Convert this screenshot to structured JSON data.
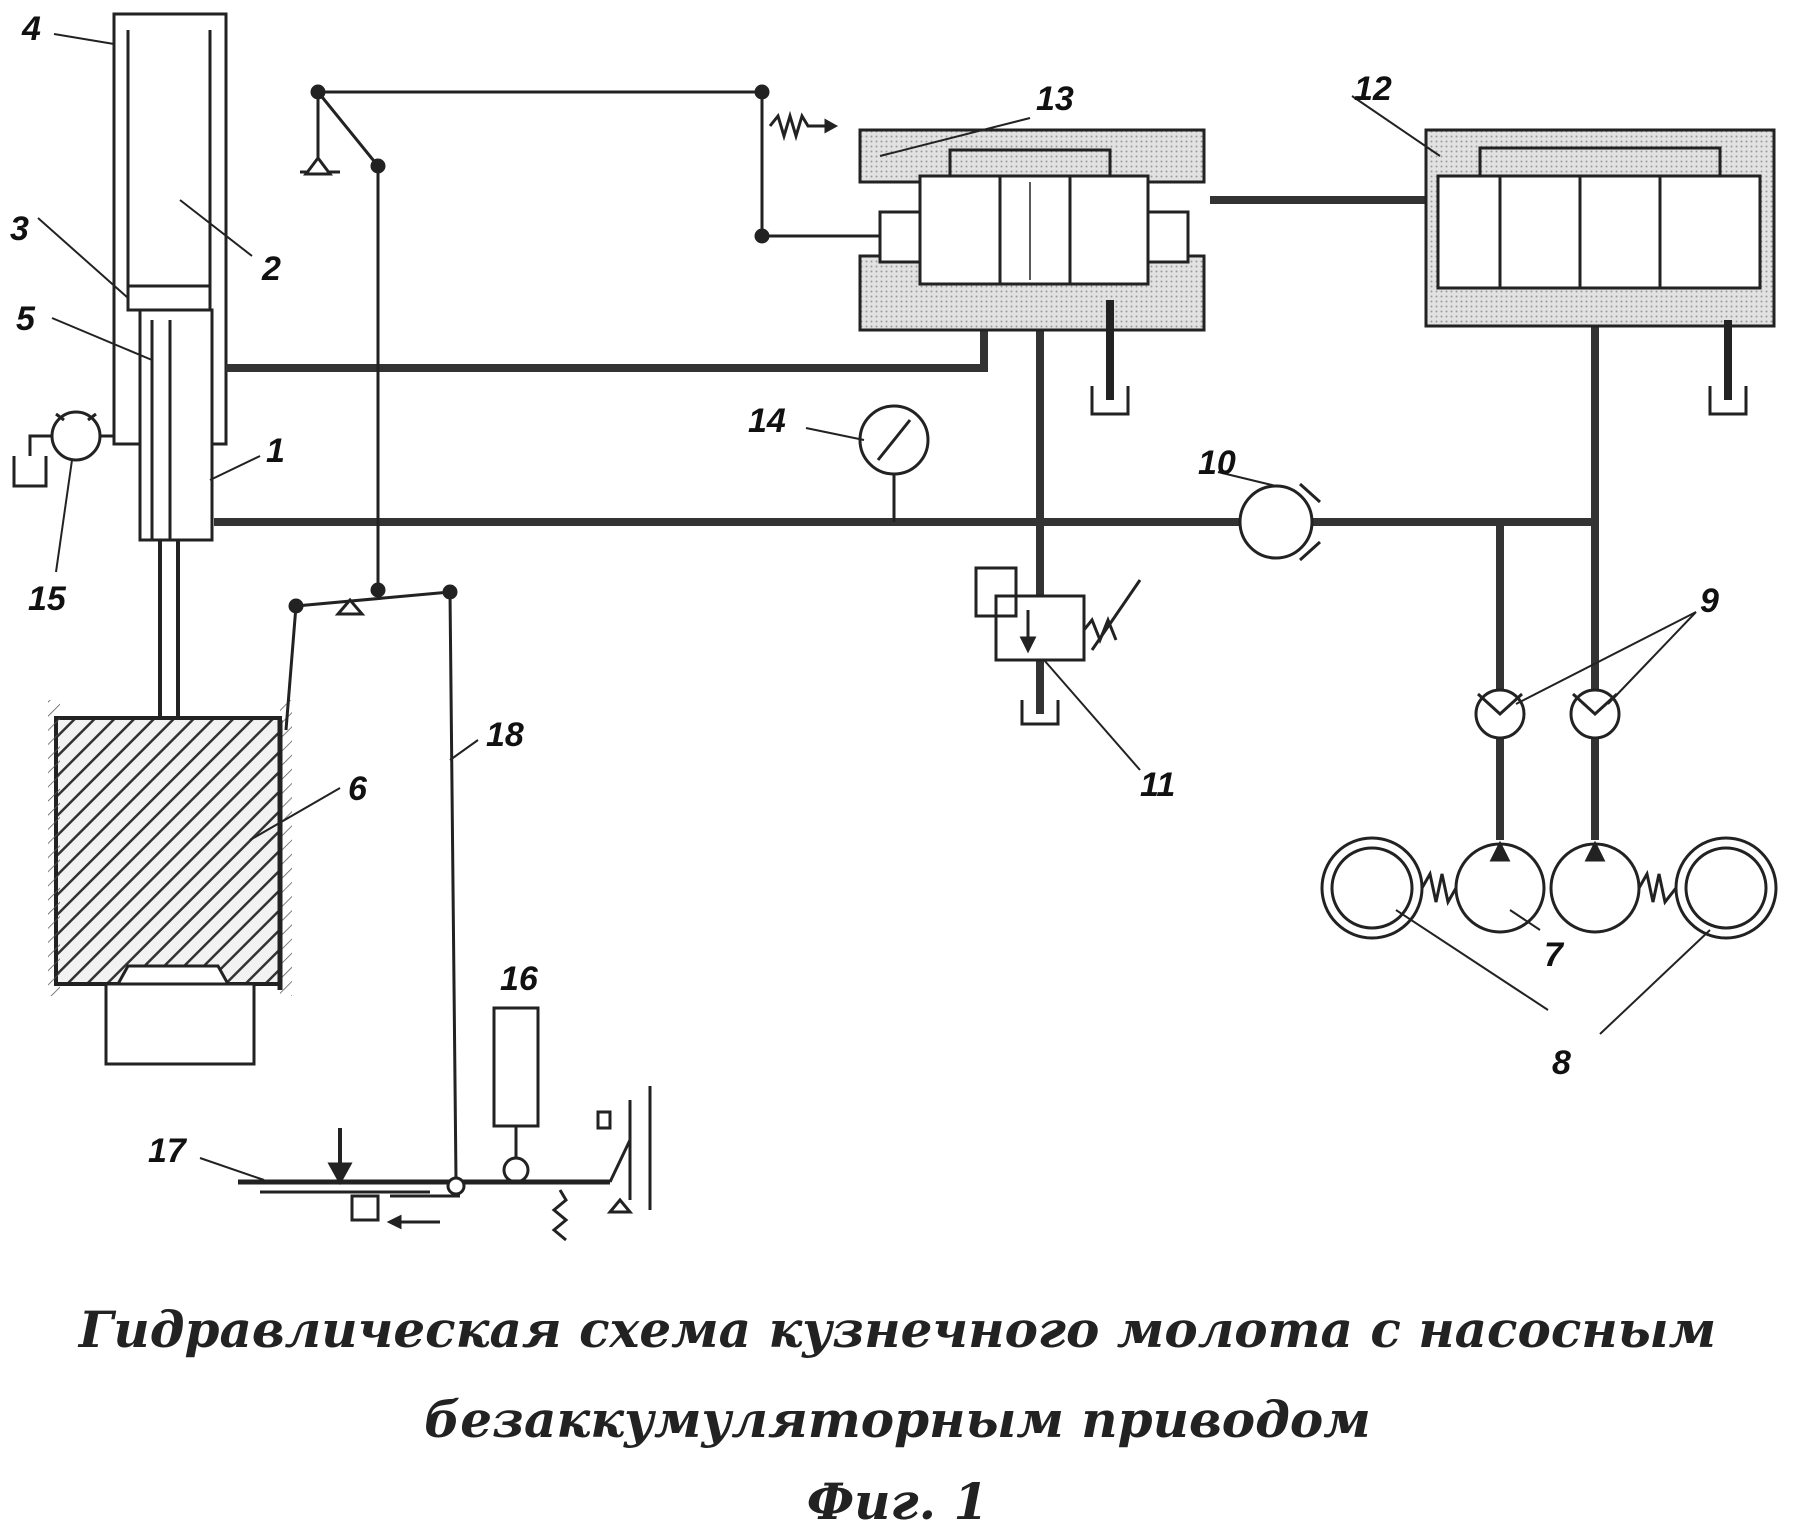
{
  "labels": {
    "l1": "1",
    "l2": "2",
    "l3": "3",
    "l4": "4",
    "l5": "5",
    "l6": "6",
    "l7": "7",
    "l8": "8",
    "l9": "9",
    "l10": "10",
    "l11": "11",
    "l12": "12",
    "l13": "13",
    "l14": "14",
    "l15": "15",
    "l16": "16",
    "l17": "17",
    "l18": "18"
  },
  "caption": {
    "line1": "Гидравлическая схема кузнечного молота с насосным",
    "line2": "безаккумуляторным приводом",
    "figure": "Фиг. 1"
  }
}
